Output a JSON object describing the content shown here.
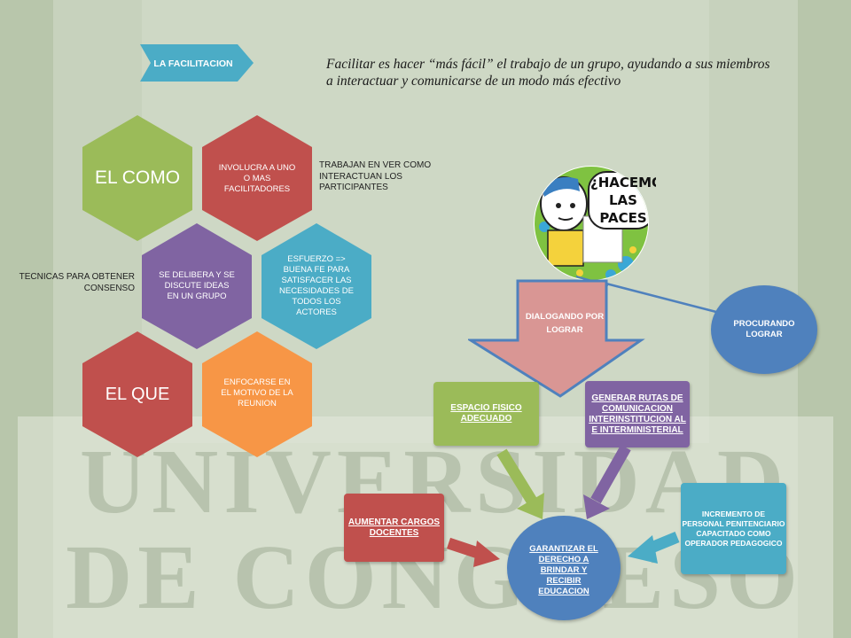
{
  "title_tag": "LA FACILITACION",
  "quote_line1": "Facilitar es hacer “más fácil” el trabajo de un grupo, ayudando a sus miembros",
  "quote_line2": "a interactuar y comunicarse de un modo más efectivo",
  "background_watermark": "UNIVERSIDAD DE CONGRESO",
  "hexagons": {
    "el_como": "EL COMO",
    "involucra": "INVOLUCRA A UNO O MAS FACILITADORES",
    "se_delibera": "SE DELIBERA Y SE DISCUTE IDEAS EN UN GRUPO",
    "esfuerzo": "ESFUERZO => BUENA FE PARA SATISFACER LAS NECESIDADES DE TODOS LOS ACTORES",
    "el_que": "EL QUE",
    "enfocarse": "ENFOCARSE EN EL MOTIVO DE LA REUNION"
  },
  "notes": {
    "trabajan": "TRABAJAN EN VER COMO INTERACTUAN LOS PARTICIPANTES",
    "tecnicas": "TECNICAS PARA OBTENER CONSENSO"
  },
  "badge_text": "¿HACEMOS LAS PACES",
  "diagram": {
    "dialogando": "DIALOGANDO POR LOGRAR",
    "procurando": "PROCURANDO LOGRAR",
    "espacio": "ESPACIO FISICO ADECUADO",
    "generar": "GENERAR RUTAS DE COMUNICACION INTERINSTITUCION AL E INTERMINISTERIAL",
    "aumentar": "AUMENTAR CARGOS DOCENTES",
    "incremento": "INCREMENTO DE PERSONAL PENITENCIARIO CAPACITADO COMO OPERADOR PEDAGOGICO",
    "garantizar": "GARANTIZAR EL DERECHO A BRINDAR Y RECIBIR EDUCACION"
  },
  "colors": {
    "green": "#9bbb59",
    "red": "#c0504d",
    "purple": "#8064a2",
    "teal": "#4bacc6",
    "orange": "#f79646",
    "blue": "#4f81bd",
    "pink": "#d99694",
    "dark_red": "#b8423f"
  }
}
